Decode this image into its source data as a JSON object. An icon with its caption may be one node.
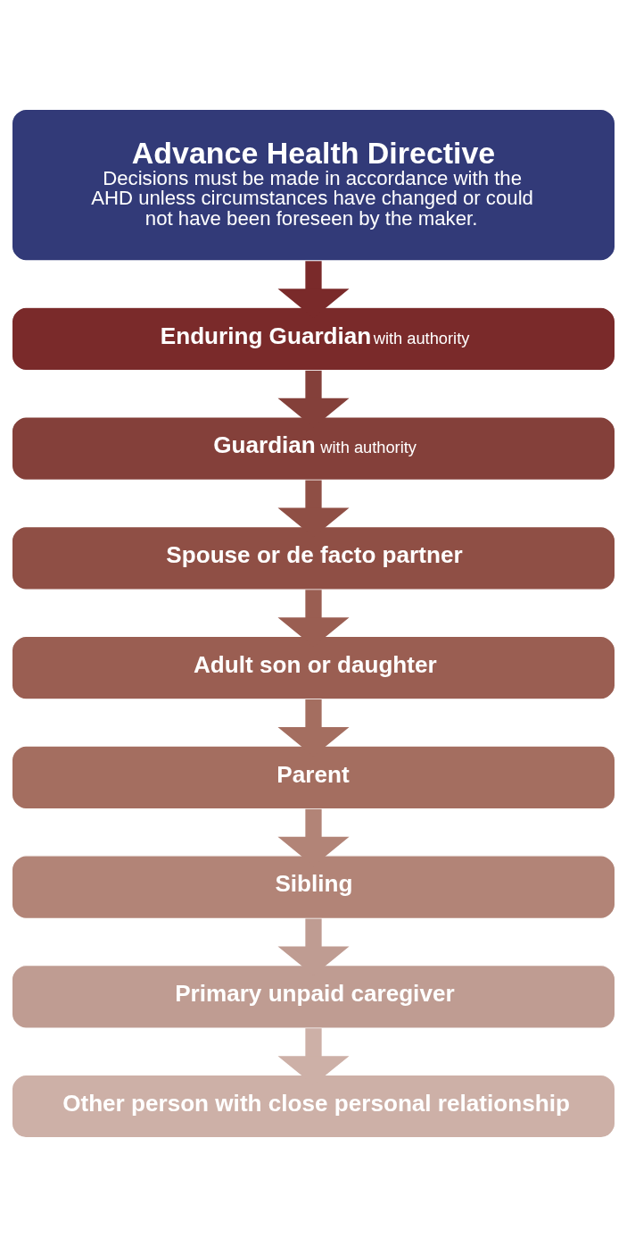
{
  "diagram": {
    "nodes": [
      {
        "text": [
          "Advance Health Directive",
          "Decisions must be made in accordance with the AHD unless circumstances have changed or could not have been foreseen by the maker."
        ]
      },
      {
        "text": [
          "Enduring Guardian",
          "with authority"
        ]
      },
      {
        "text": [
          "Guardian",
          "with authority"
        ]
      },
      {
        "text": [
          "Spouse or de facto partner"
        ]
      },
      {
        "text": [
          "Adult son or daughter"
        ]
      },
      {
        "text": [
          "Parent"
        ]
      },
      {
        "text": [
          "Sibling"
        ]
      },
      {
        "text": [
          "Primary unpaid caregiver"
        ]
      },
      {
        "text": [
          "Other person with close personal relationship"
        ]
      }
    ],
    "edges": [
      {
        "from": 0,
        "to": 1,
        "arrow": "to",
        "color": "#7a2a2a"
      },
      {
        "from": 1,
        "to": 2,
        "arrow": "to",
        "color": "#84403a"
      },
      {
        "from": 2,
        "to": 3,
        "arrow": "to",
        "color": "#8f4f45"
      },
      {
        "from": 3,
        "to": 4,
        "arrow": "to",
        "color": "#9a5e52"
      },
      {
        "from": 4,
        "to": 5,
        "arrow": "to",
        "color": "#a46e60"
      },
      {
        "from": 5,
        "to": 6,
        "arrow": "to",
        "color": "#b28477"
      },
      {
        "from": 6,
        "to": 7,
        "arrow": "to",
        "color": "#bf9c92"
      },
      {
        "from": 7,
        "to": 8,
        "arrow": "to",
        "color": "#cdb0a7"
      }
    ]
  }
}
